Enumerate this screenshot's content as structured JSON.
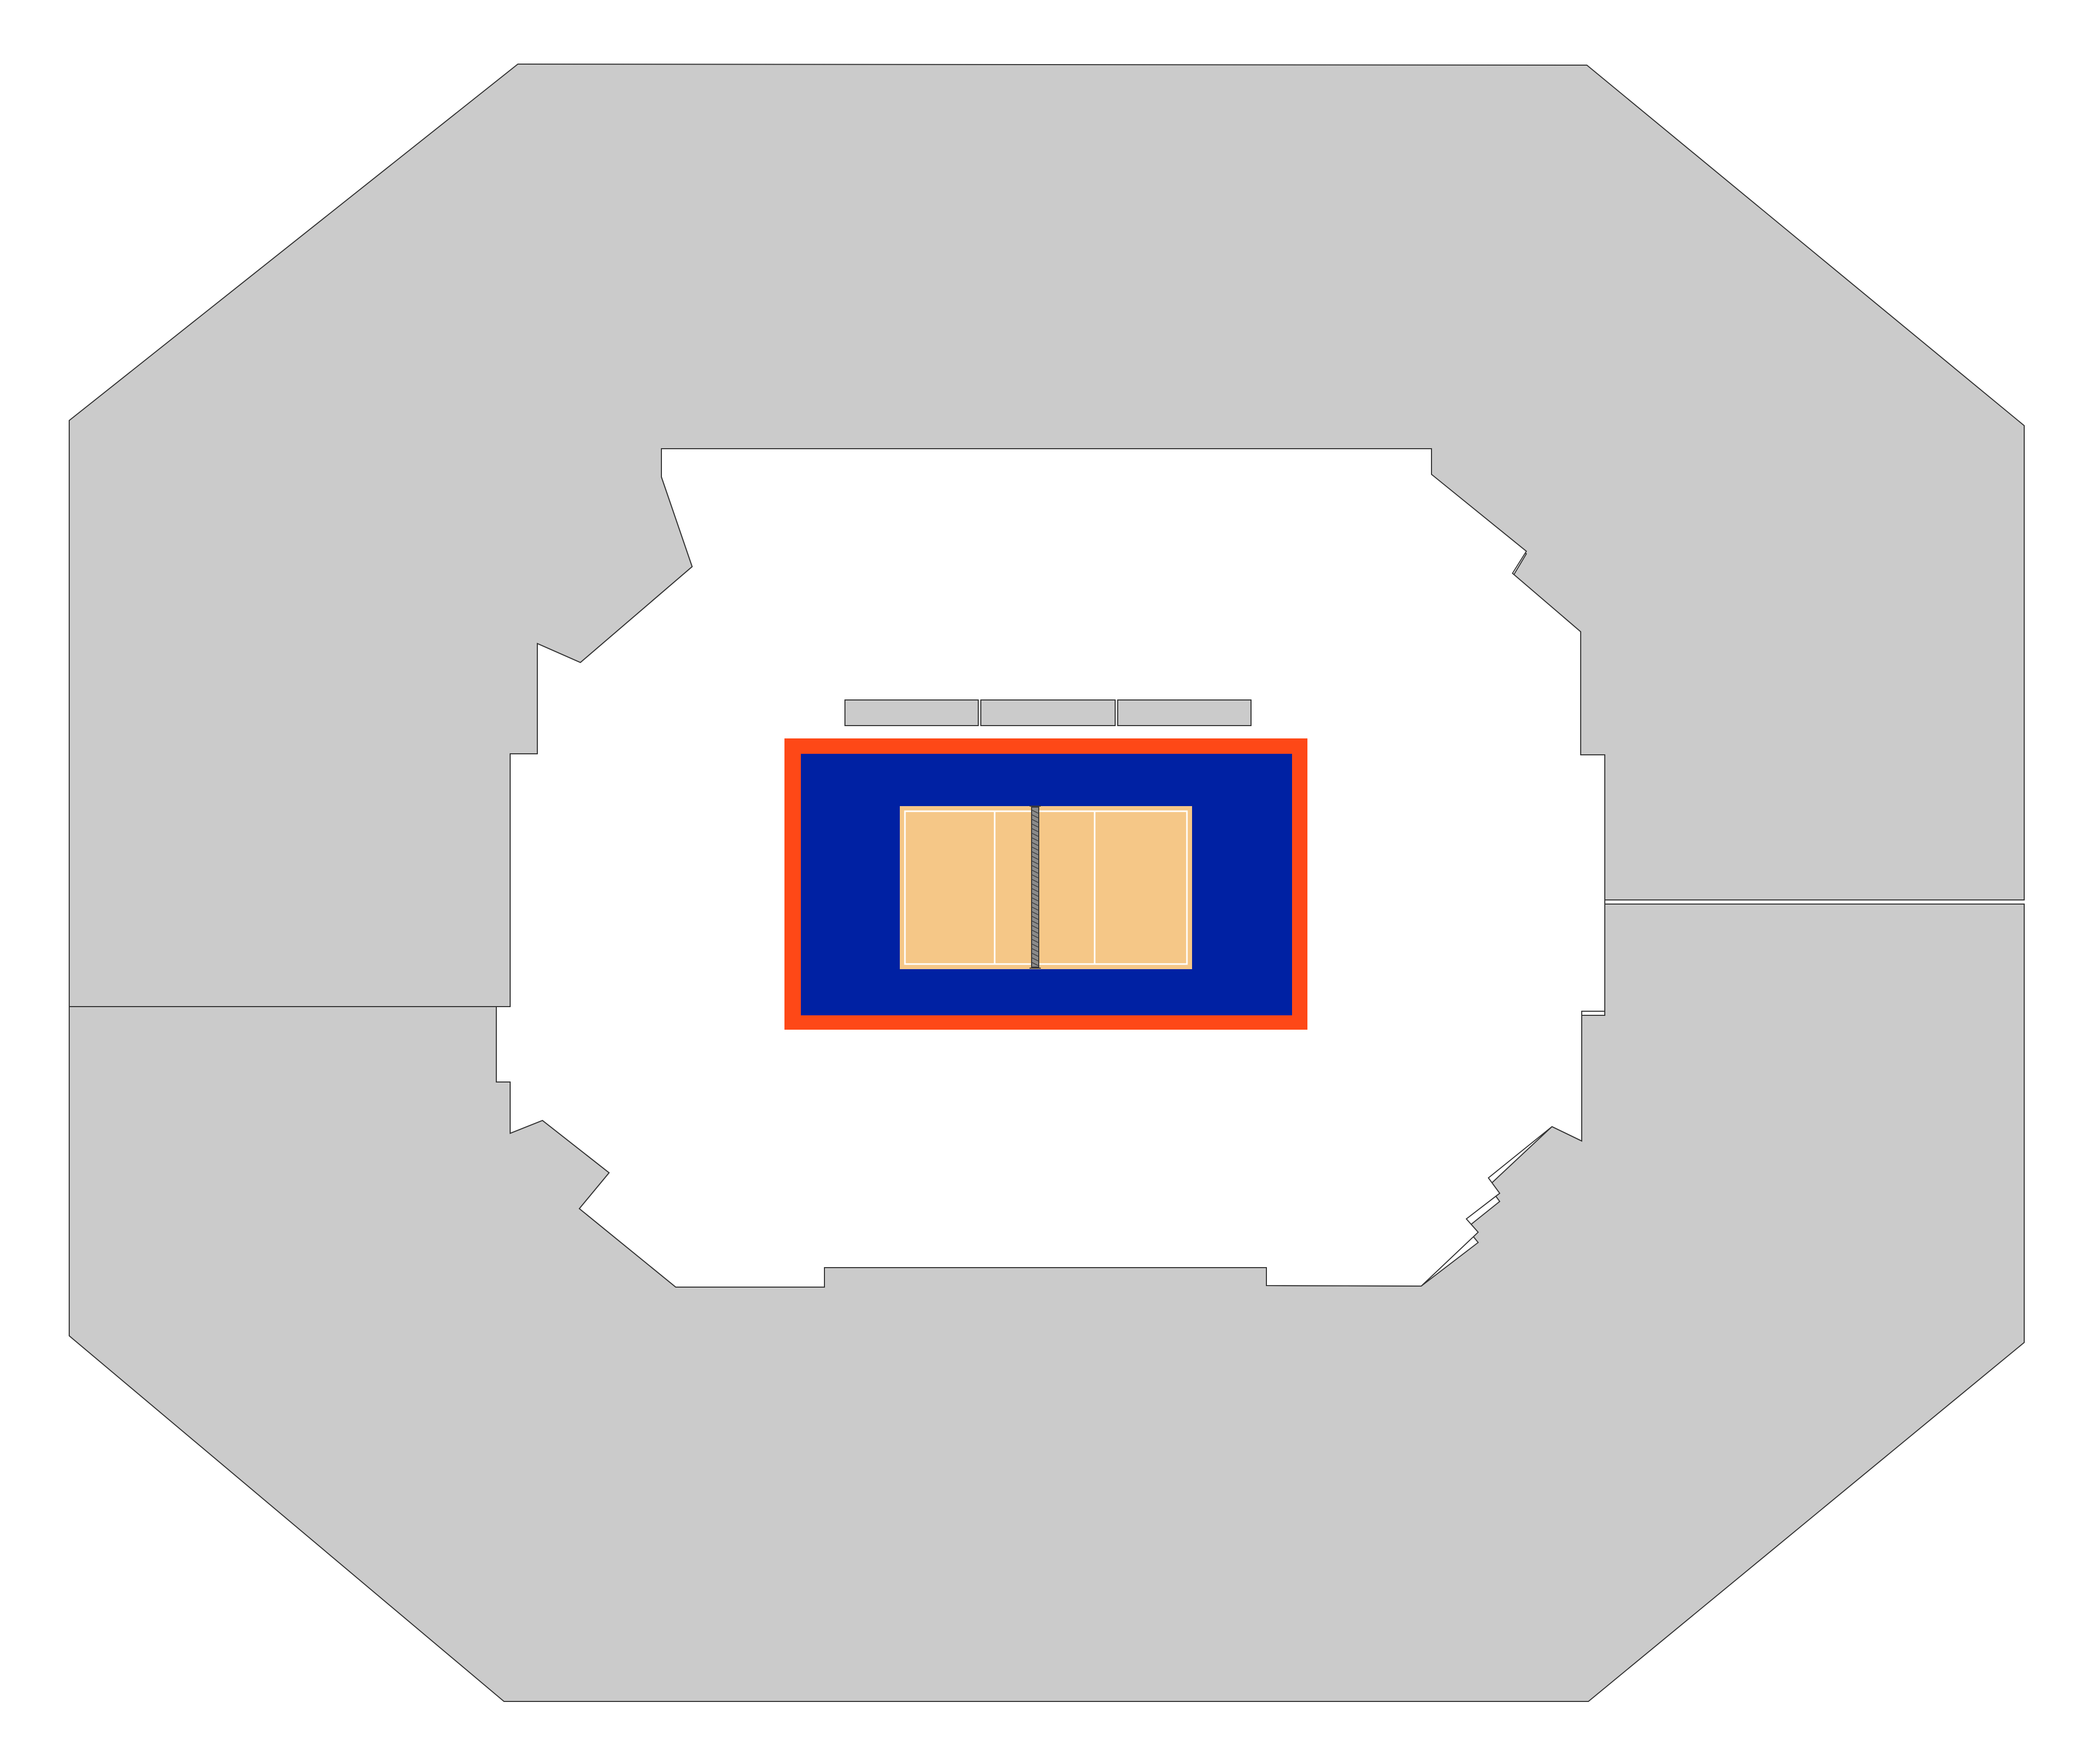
{
  "map": {
    "colors": {
      "background": "#ffffff",
      "section_fill": "#cbcbcb",
      "section_stroke": "#333333",
      "floor_fill": "#ffffff",
      "bench_fill": "#cbcbcb",
      "court_border": "#fe4817",
      "court_surround": "#0021a3",
      "court_playing_area": "#f5c787",
      "court_lines": "#ffffff",
      "net": "#3a3a3a"
    },
    "sections": [
      {
        "id": "upper-bowl-north"
      },
      {
        "id": "lower-bowl-south"
      }
    ],
    "benches": [
      {
        "id": "bench-left"
      },
      {
        "id": "bench-center"
      },
      {
        "id": "bench-right"
      }
    ],
    "court": {
      "sport": "volleyball"
    }
  }
}
